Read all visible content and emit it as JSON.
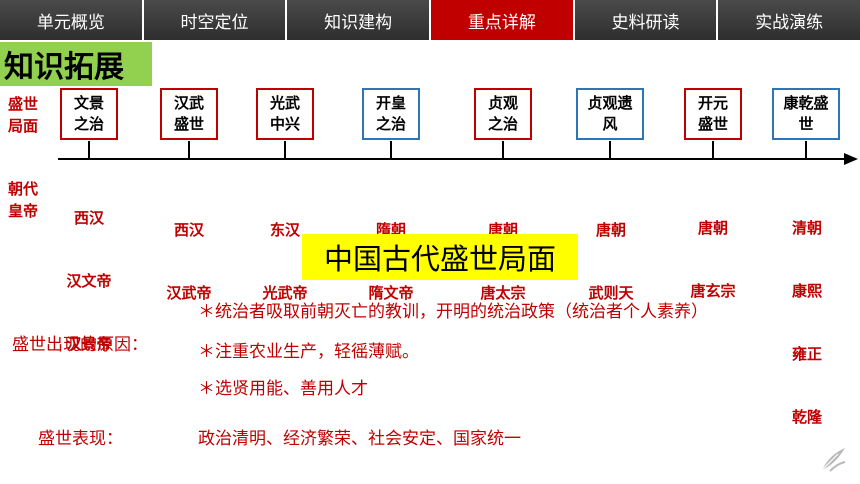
{
  "nav": {
    "tabs": [
      {
        "label": "单元概览",
        "active": false
      },
      {
        "label": "时空定位",
        "active": false
      },
      {
        "label": "知识建构",
        "active": false
      },
      {
        "label": "重点详解",
        "active": true
      },
      {
        "label": "史料研读",
        "active": false
      },
      {
        "label": "实战演练",
        "active": false
      }
    ]
  },
  "section_title": "知识拓展",
  "row_labels": {
    "era": [
      "盛世",
      "局面"
    ],
    "ruler": [
      "朝代",
      "皇帝"
    ]
  },
  "eras": [
    {
      "lines": [
        "文景",
        "之治"
      ],
      "border": "red",
      "ruler": [
        "西汉",
        "汉文帝",
        "汉景帝"
      ]
    },
    {
      "lines": [
        "汉武",
        "盛世"
      ],
      "border": "red",
      "ruler": [
        "西汉",
        "汉武帝"
      ]
    },
    {
      "lines": [
        "光武",
        "中兴"
      ],
      "border": "red",
      "ruler": [
        "东汉",
        "光武帝"
      ]
    },
    {
      "lines": [
        "开皇",
        "之治"
      ],
      "border": "blue",
      "ruler": [
        "隋朝",
        "隋文帝"
      ]
    },
    {
      "lines": [
        "贞观",
        "之治"
      ],
      "border": "red",
      "ruler": [
        "唐朝",
        "唐太宗"
      ]
    },
    {
      "lines": [
        "贞观遗",
        "风"
      ],
      "border": "blue",
      "ruler": [
        "唐朝",
        "武则天"
      ]
    },
    {
      "lines": [
        "开元",
        "盛世"
      ],
      "border": "red",
      "ruler": [
        "唐朝",
        "唐玄宗"
      ]
    },
    {
      "lines": [
        "康乾盛",
        "世"
      ],
      "border": "blue",
      "ruler": [
        "清朝",
        "康熙",
        "雍正",
        "乾隆"
      ]
    }
  ],
  "banner": "中国古代盛世局面",
  "reasons": {
    "label": "盛世出现的原因：",
    "items": [
      "＊统治者吸取前朝灭亡的教训，开明的统治政策（统治者个人素养）",
      "＊注重农业生产，轻徭薄赋。",
      "＊选贤用能、善用人才"
    ]
  },
  "performance": {
    "label": "盛世表现：",
    "text": "政治清明、经济繁荣、社会安定、国家统一"
  },
  "colors": {
    "accent_red": "#c00000",
    "nav_dark": "#3c3c3c",
    "title_green": "#92d050",
    "banner_yellow": "#ffff00",
    "box_blue": "#2e75b6"
  }
}
